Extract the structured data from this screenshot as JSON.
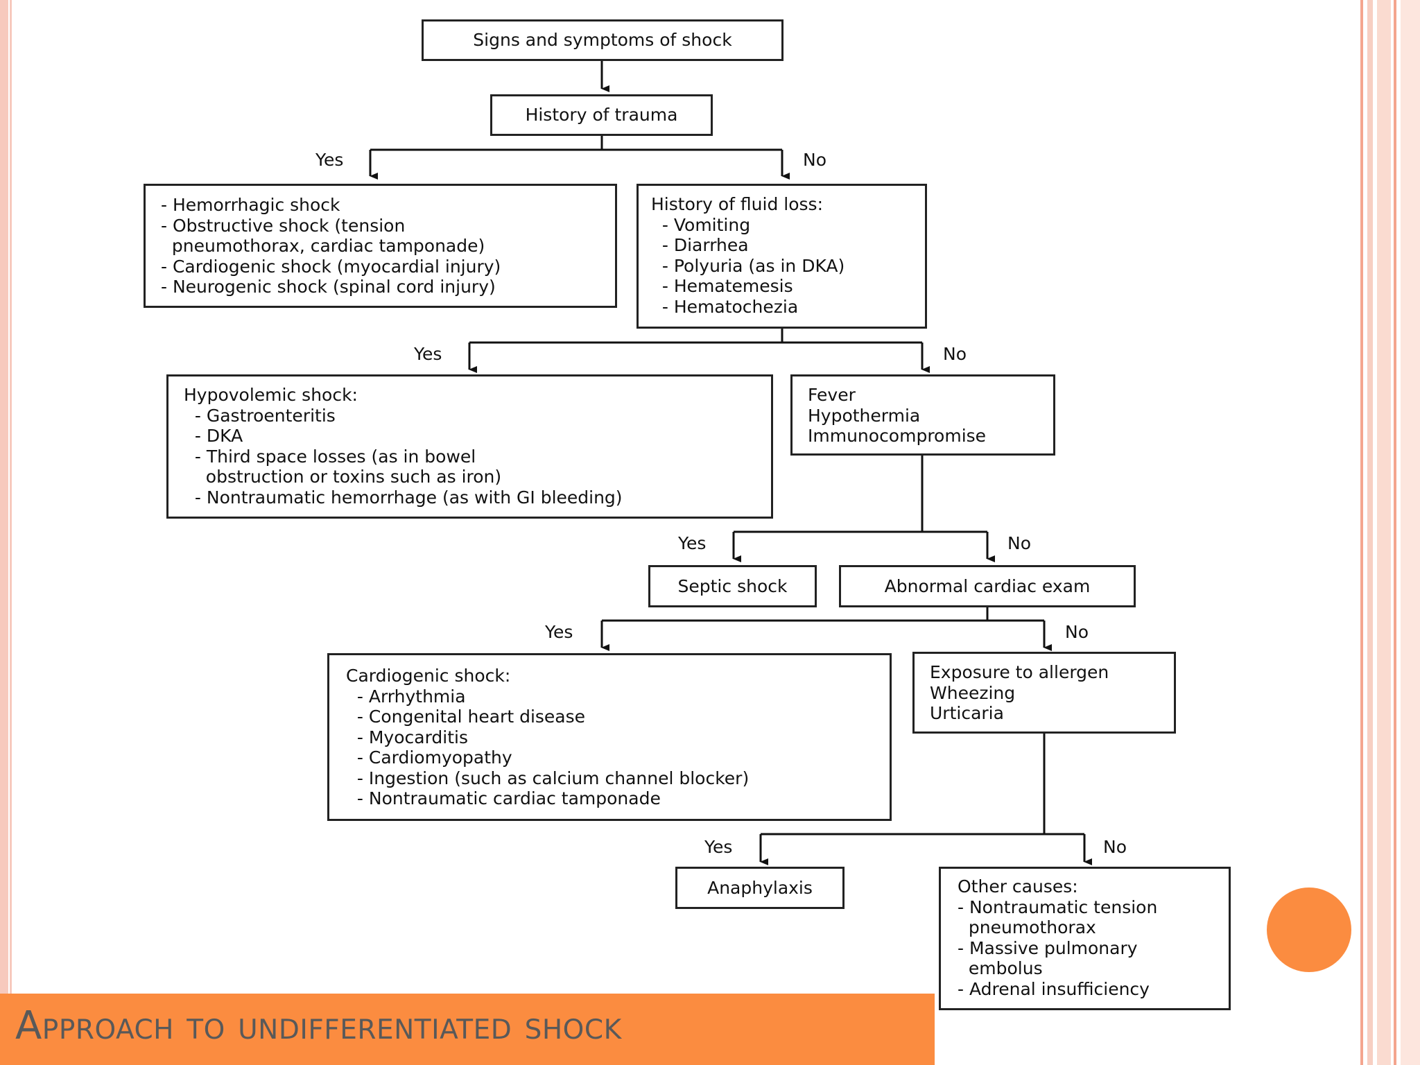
{
  "slide_title": "Approach to undifferentiated shock",
  "flowchart": {
    "signs": "Signs and symptoms of shock",
    "trauma": "History of trauma",
    "trauma_yes_box": [
      "- Hemorrhagic shock",
      "- Obstructive shock (tension",
      "  pneumothorax, cardiac tamponade)",
      "- Cardiogenic shock (myocardial injury)",
      "- Neurogenic shock (spinal cord injury)"
    ],
    "fluid_loss": [
      "History of fluid loss:",
      "  - Vomiting",
      "  - Diarrhea",
      "  - Polyuria (as in DKA)",
      "  - Hematemesis",
      "  - Hematochezia"
    ],
    "hypovolemic": [
      "Hypovolemic shock:",
      "  - Gastroenteritis",
      "  - DKA",
      "  - Third space losses (as in bowel",
      "    obstruction or toxins such as iron)",
      "  - Nontraumatic hemorrhage (as with GI bleeding)"
    ],
    "fever": [
      "Fever",
      "Hypothermia",
      "Immunocompromise"
    ],
    "septic": "Septic shock",
    "cardiac_exam": "Abnormal cardiac exam",
    "cardiogenic": [
      "Cardiogenic shock:",
      "  - Arrhythmia",
      "  - Congenital heart disease",
      "  - Myocarditis",
      "  - Cardiomyopathy",
      "  - Ingestion (such as calcium channel blocker)",
      "  - Nontraumatic cardiac tamponade"
    ],
    "allergen": [
      "Exposure to allergen",
      "Wheezing",
      "Urticaria"
    ],
    "anaphylaxis": "Anaphylaxis",
    "other": [
      "Other causes:",
      "- Nontraumatic tension",
      "  pneumothorax",
      "- Massive pulmonary",
      "  embolus",
      "- Adrenal insufficiency"
    ],
    "yes": "Yes",
    "no": "No"
  }
}
